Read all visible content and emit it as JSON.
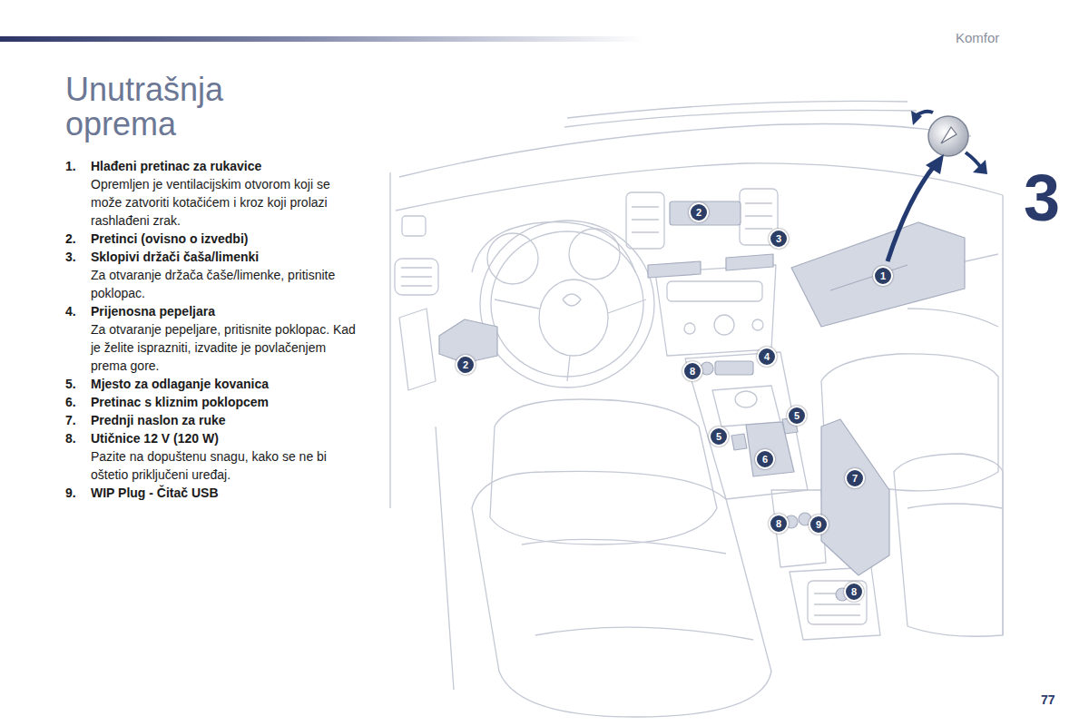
{
  "diagram": {
    "title": "Unutrašnja oprema",
    "labels": [
      "Komfor",
      "3",
      "1.",
      "Hlađeni pretinac za rukavice",
      "Opremljen je ventilacijskim otvorom koji se može zatvoriti kotačićem i kroz koji prolazi rashlađeni zrak.",
      "2.",
      "Pretinci (ovisno o izvedbi)",
      "3.",
      "Sklopivi držači čaša/limenki",
      "Za otvaranje držača čaše/limenke, pritisnite poklopac.",
      "4.",
      "Prijenosna pepeljara",
      "Za otvaranje pepeljare, pritisnite poklopac. Kad je želite isprazniti, izvadite je povlačenjem prema gore.",
      "5.",
      "Mjesto za odlaganje kovanica",
      "6.",
      "Pretinac s kliznim poklopcem",
      "7.",
      "Prednji naslon za ruke",
      "8.",
      "Utičnice 12 V (120 W)",
      "Pazite na dopuštenu snagu, kako se ne bi oštetio priključeni uređaj.",
      "9.",
      "WIP Plug - Čitač USB",
      "2",
      "3",
      "1",
      "2",
      "4",
      "8",
      "5",
      "5",
      "6",
      "7",
      "8",
      "9",
      "8",
      "77"
    ]
  }
}
